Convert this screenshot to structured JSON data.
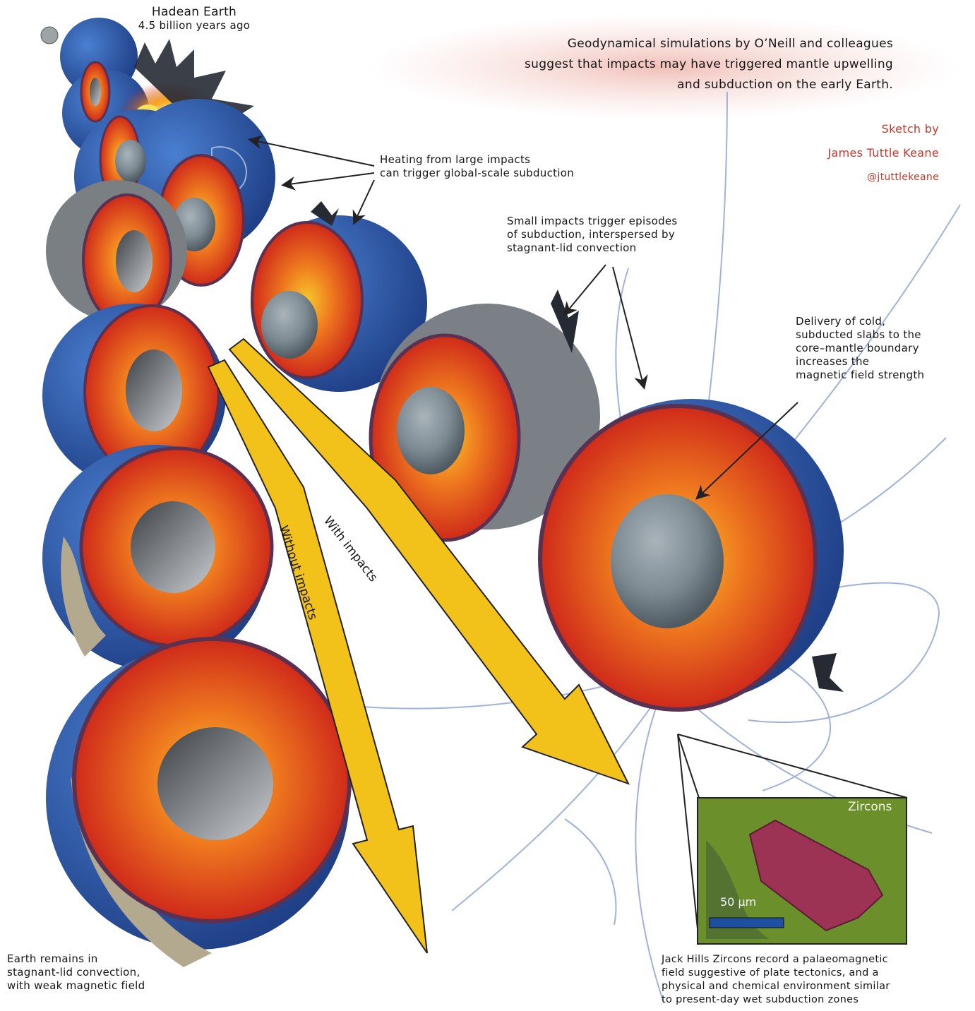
{
  "header": {
    "title": "Hadean Earth",
    "subtitle": "4.5 billion years ago"
  },
  "intro": {
    "lines": [
      "Geodynamical simulations by O’Neill and colleagues",
      "suggest that impacts may have triggered mantle upwelling",
      "and subduction on the early Earth."
    ]
  },
  "credit": {
    "line1": "Sketch by",
    "line2": "James Tuttle Keane",
    "handle": "@jtuttlekeane"
  },
  "annotations": {
    "large_impacts": [
      "Heating from large impacts",
      "can trigger global-scale subduction"
    ],
    "small_impacts": [
      "Small impacts trigger episodes",
      "of subduction, interspersed by",
      "stagnant-lid convection"
    ],
    "slabs": [
      "Delivery of cold,",
      "subducted slabs to the",
      "core–mantle boundary",
      "increases the",
      "magnetic field strength"
    ],
    "without_outcome": [
      "Earth remains in",
      "stagnant-lid convection,",
      "with weak magnetic field"
    ],
    "zircons_outcome": [
      "Jack Hills Zircons record a palaeomagnetic",
      "field suggestive of plate tectonics, and a",
      "physical and chemical environment similar",
      "to present-day wet subduction zones"
    ]
  },
  "paths": {
    "with": "With impacts",
    "without": "Without impacts"
  },
  "zircon_inset": {
    "label": "Zircons",
    "scale": "50 μm"
  },
  "colors": {
    "ocean": "#2f5fb3",
    "mantle_hot": "#f5b21c",
    "mantle_red": "#d8321b",
    "core": "#7f8b93",
    "crust": "#6a3d5c",
    "arrow": "#f2c21b",
    "field_lines": "#8fa6d4",
    "credit": "#c0392b",
    "wash": "#f1c6c0",
    "inset_green": "#6b8f2a"
  }
}
